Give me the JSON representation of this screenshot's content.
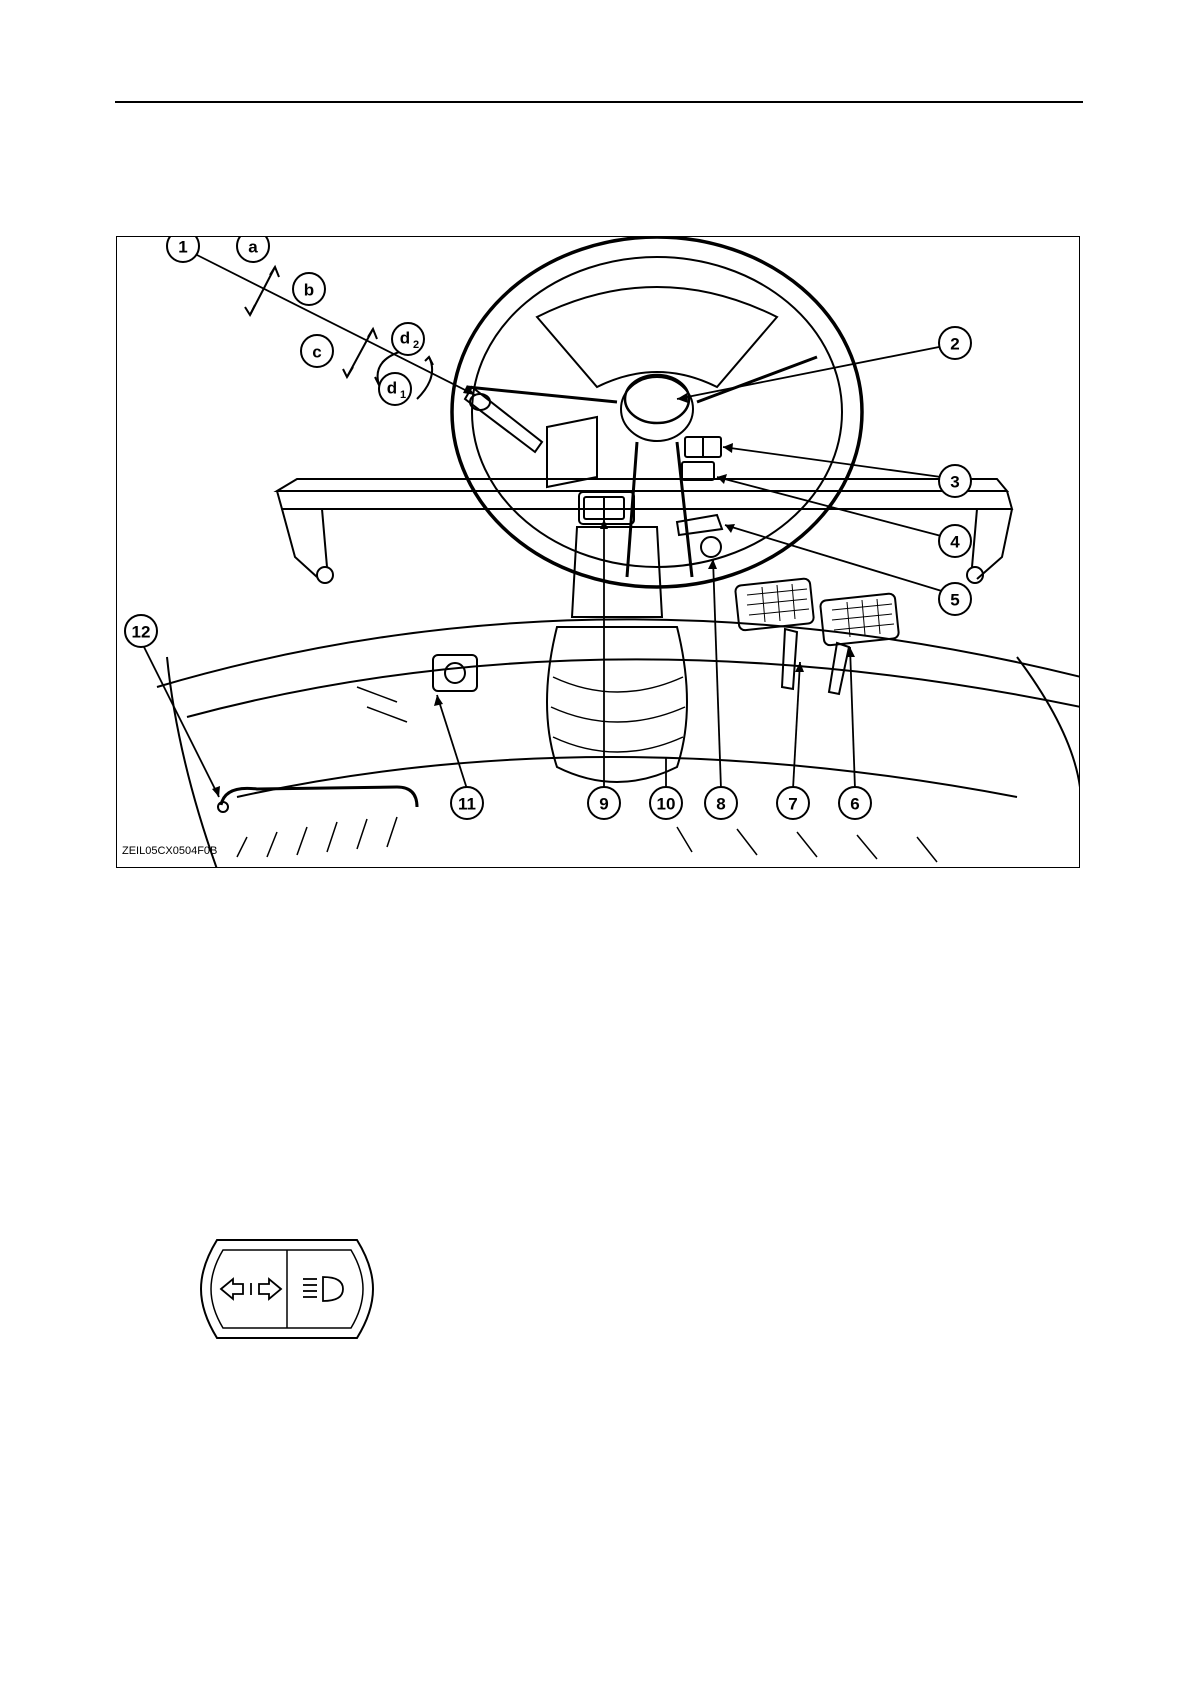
{
  "figure": {
    "code": "ZEIL05CX0504F0B",
    "callouts": [
      "1",
      "2",
      "3",
      "4",
      "5",
      "6",
      "7",
      "8",
      "9",
      "10",
      "11",
      "12"
    ],
    "direction_labels": {
      "a": "a",
      "b": "b",
      "c": "c",
      "d1": "d",
      "d1_sub": "1",
      "d2": "d",
      "d2_sub": "2"
    }
  },
  "switch_icon": {
    "left_symbol": "turn-signal-arrows-icon",
    "right_symbol": "headlight-icon"
  }
}
